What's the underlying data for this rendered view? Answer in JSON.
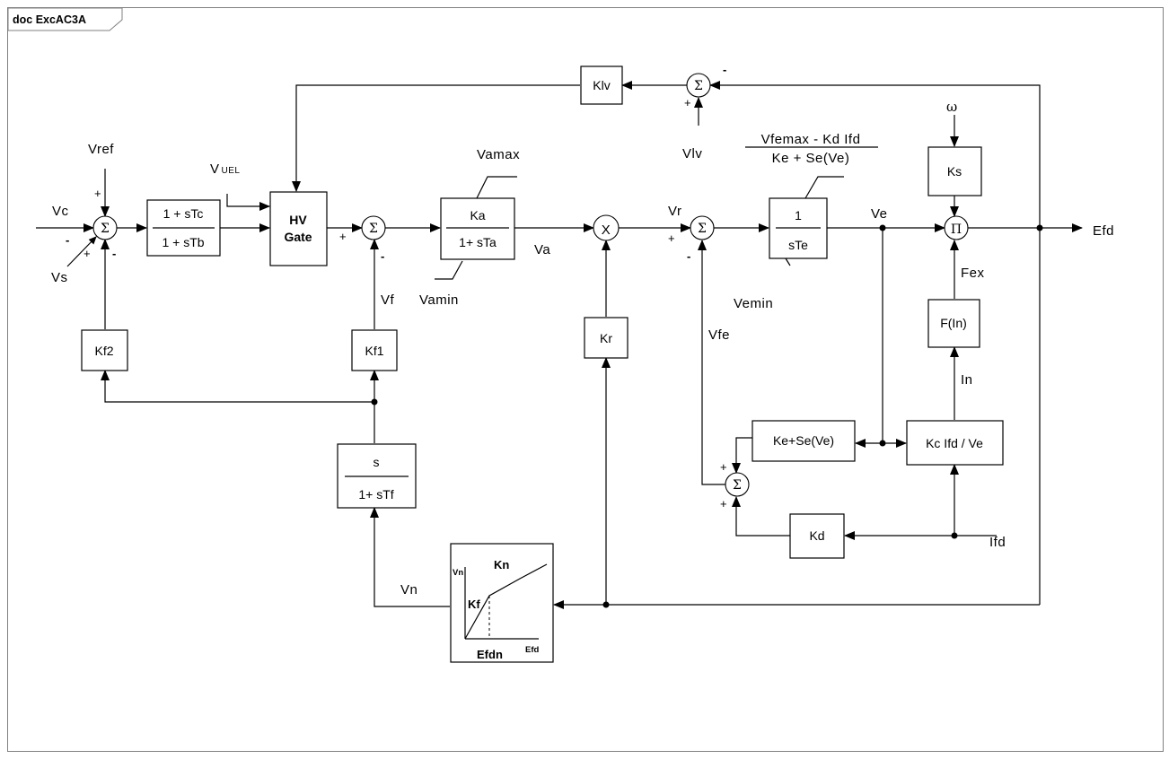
{
  "frame_title": "doc ExcAC3A",
  "blocks": {
    "lead_lag_num": "1 + sTc",
    "lead_lag_den": "1 + sTb",
    "hv_gate_1": "HV",
    "hv_gate_2": "Gate",
    "amp_num": "Ka",
    "amp_den": "1+ sTa",
    "exciter_num": "1",
    "exciter_den": "sTe",
    "kf2": "Kf2",
    "kf1": "Kf1",
    "kr": "Kr",
    "ks": "Ks",
    "fin": "F(In)",
    "kc": "Kc Ifd / Ve",
    "kese": "Ke+Se(Ve)",
    "kd": "Kd",
    "deriv_num": "s",
    "deriv_den": "1+ sTf",
    "klv": "Klv",
    "nl_kn": "Kn",
    "nl_kf": "Kf",
    "nl_vn": "Vn",
    "nl_efd": "Efd",
    "nl_efdn": "Efdn"
  },
  "signals": {
    "vc": "Vc",
    "vref": "Vref",
    "vs": "Vs",
    "vuel_main": "V",
    "vuel_sub": "UEL",
    "vamax": "Vamax",
    "vamin": "Vamin",
    "va": "Va",
    "vf": "Vf",
    "vr": "Vr",
    "vfe": "Vfe",
    "vemin": "Vemin",
    "vfemax_num": "Vfemax - Kd Ifd",
    "vfemax_den": "Ke + Se(Ve)",
    "ve": "Ve",
    "omega": "ω",
    "efd": "Efd",
    "fex": "Fex",
    "in": "In",
    "ifd": "Ifd",
    "vn": "Vn",
    "vlv": "Vlv"
  },
  "symbols": {
    "sum": "Σ",
    "mult": "X",
    "prod": "Π",
    "plus": "+",
    "minus": "-"
  }
}
